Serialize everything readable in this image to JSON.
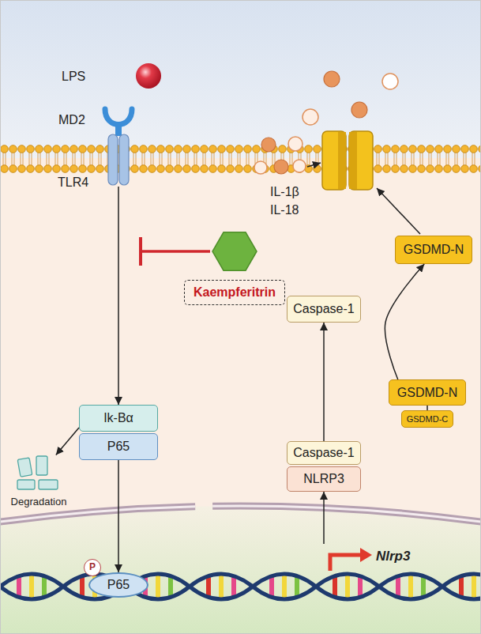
{
  "diagram": {
    "nodes": [
      {
        "text": [
          "TLR4"
        ]
      },
      {
        "text": [
          "GSDMD-N"
        ]
      },
      {
        "text": [
          "Kaempferitrin"
        ]
      },
      {
        "text": [
          "Caspase-1"
        ]
      },
      {
        "text": [
          "GSDMD-N"
        ]
      },
      {
        "text": [
          "GSDMD-C"
        ]
      },
      {
        "text": [
          "Ik-Bα"
        ]
      },
      {
        "text": [
          "P65"
        ]
      },
      {
        "text": [
          "Caspase-1"
        ]
      },
      {
        "text": [
          "NLRP3"
        ]
      },
      {
        "text": [
          "Degradation"
        ]
      },
      {
        "text": [
          "Nlrp3"
        ]
      },
      {
        "text": [
          "P65"
        ]
      },
      {
        "text": [
          "P"
        ]
      }
    ],
    "edges": [
      {
        "from": 0,
        "to": 6,
        "arrow": "to"
      },
      {
        "from": 6,
        "to": 10,
        "arrow": "to"
      },
      {
        "from": 7,
        "to": 12,
        "arrow": "to"
      },
      {
        "from": 11,
        "to": 9,
        "arrow": "to"
      },
      {
        "from": 8,
        "to": 3,
        "arrow": "to"
      },
      {
        "from": 4,
        "to": 1,
        "arrow": "to"
      },
      {
        "from": 4,
        "to": 5,
        "arrow": "none"
      }
    ],
    "labels": [
      "LPS",
      "MD2",
      "IL-1β",
      "IL-18"
    ]
  }
}
